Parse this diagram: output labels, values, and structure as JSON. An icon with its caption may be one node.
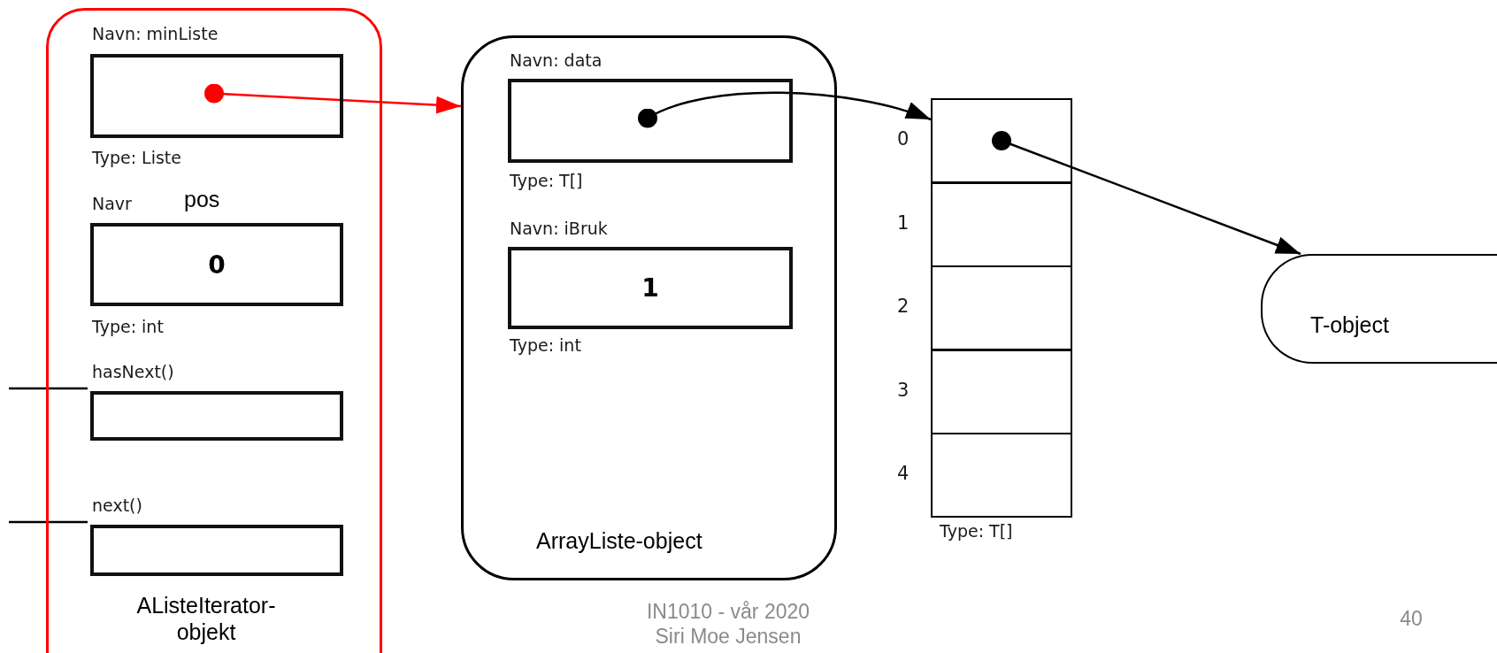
{
  "diagram": {
    "nodes": [
      {
        "text": [
          "AListeIterator- objekt"
        ]
      },
      {
        "text": [
          "Navn: minListe",
          "Type: Liste"
        ],
        "in": 0
      },
      {
        "text": [
          "Navr",
          "pos",
          "0",
          "Type: int"
        ],
        "in": 0
      },
      {
        "text": [
          "hasNext()"
        ],
        "in": 0
      },
      {
        "text": [
          "next()"
        ],
        "in": 0
      },
      {
        "text": [
          "ArrayListe-object"
        ]
      },
      {
        "text": [
          "Navn: data",
          "Type: T[]"
        ],
        "in": 5
      },
      {
        "text": [
          "Navn: iBruk",
          "1",
          "Type: int"
        ],
        "in": 5
      },
      {
        "text": [
          "Type: T[]"
        ]
      },
      {
        "text": [],
        "shape": "box",
        "beside": [
          "0"
        ],
        "in": 8
      },
      {
        "text": [],
        "shape": "box",
        "beside": [
          "1"
        ],
        "in": 8
      },
      {
        "text": [],
        "shape": "box",
        "beside": [
          "2"
        ],
        "in": 8
      },
      {
        "text": [],
        "shape": "box",
        "beside": [
          "3"
        ],
        "in": 8
      },
      {
        "text": [],
        "shape": "box",
        "beside": [
          "4"
        ],
        "in": 8
      },
      {
        "text": [
          "T-object"
        ]
      }
    ],
    "edges": [
      {
        "from": 1,
        "to": 5,
        "arrow": "to",
        "color": "#ff0000"
      },
      {
        "from": 6,
        "to": 9,
        "arrow": "to"
      },
      {
        "from": 9,
        "to": 14,
        "arrow": "to"
      },
      {
        "from": null,
        "to": 3,
        "arrow": "none"
      },
      {
        "from": null,
        "to": 4,
        "arrow": "none"
      }
    ],
    "labels": [
      "IN1010 - vår 2020",
      "Siri Moe Jensen",
      "40"
    ]
  }
}
